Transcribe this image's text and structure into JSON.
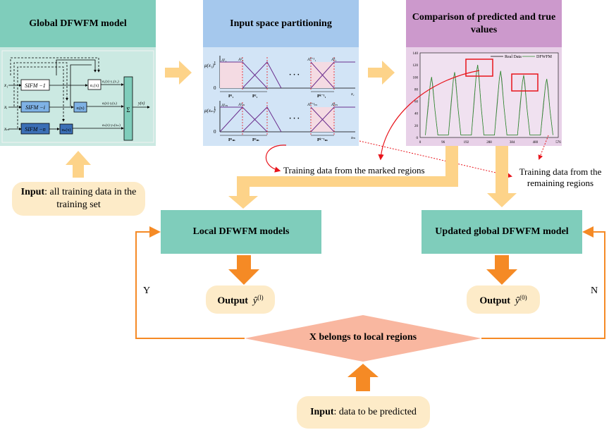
{
  "panels": {
    "global_model": {
      "title": "Global DFWFM model"
    },
    "partitioning": {
      "title": "Input space partitioning"
    },
    "comparison": {
      "title": "Comparison of predicted and true values"
    }
  },
  "model_diagram": {
    "inputs": [
      "x₁",
      "xᵢ",
      "xₘ"
    ],
    "sifm": [
      "SIFM −1",
      "SIFM −i",
      "SIFM −n"
    ],
    "alpha": [
      "α₁(x)",
      "αᵢ(x)",
      "αₙ(x)"
    ],
    "products": [
      "α₁(x)·y₁(x₁)",
      "αᵢ(x)·yᵢ(xᵢ)",
      "αₙ(x)·yₙ(xₘ)"
    ],
    "sum": "Σ",
    "output": "y(x)"
  },
  "partition_diagram": {
    "mu_labels": [
      "μ(x₁)",
      "μ(xₘ)"
    ],
    "one": "1",
    "zero": "0",
    "dots": "· · ·",
    "axis_labels": [
      "x₁",
      "xₘ"
    ],
    "top_sets": [
      "A¹₁",
      "A²₁",
      "Aᵏ⁺¹₁",
      "Aᵏ₁"
    ],
    "top_intervals": [
      "P¹₁",
      "P²₁",
      "Pᵏ⁻¹₁"
    ],
    "bottom_sets": [
      "A¹ₘ",
      "A²ₘ",
      "Aᵏ⁺¹ₘ",
      "Aᵏₘ"
    ],
    "bottom_intervals": [
      "P¹ₘ",
      "P²ₘ",
      "Pᵏ⁻¹ₘ"
    ]
  },
  "chart_data": {
    "type": "line",
    "series": [
      {
        "name": "Real Data"
      },
      {
        "name": "DFWFM"
      }
    ],
    "x_ticks": [
      "0",
      "96",
      "192",
      "288",
      "384",
      "480",
      "576"
    ],
    "y_ticks": [
      "140",
      "120",
      "100",
      "80",
      "60",
      "40",
      "20",
      "0"
    ],
    "xlim": [
      0,
      576
    ],
    "ylim": [
      0,
      140
    ],
    "peaks_x": [
      48,
      144,
      240,
      336,
      432,
      528
    ],
    "peaks_y": [
      100,
      108,
      120,
      110,
      103,
      97
    ],
    "marked_regions": 2
  },
  "texts": {
    "input_training_bold": "Input",
    "input_training_rest": ": all training data in the training set",
    "marked_regions": "Training data from the marked regions",
    "remaining_regions": "Training data from the remaining regions",
    "local_models": "Local DFWFM models",
    "updated_global": "Updated global DFWFM model",
    "output_label": "Output",
    "output_local_sym": "ŷ",
    "output_local_sup": "(l)",
    "output_global_sym": "ŷ",
    "output_global_sup": "(0)",
    "decision": "X belongs to local regions",
    "yes": "Y",
    "no": "N",
    "input_predict_bold": "Input",
    "input_predict_rest": ": data to be predicted"
  },
  "colors": {
    "teal": "#7fcdbb",
    "blue": "#a5c8ed",
    "purple": "#cc99cc",
    "cream": "#fdebc8",
    "arrow_light": "#fdd389",
    "arrow_orange": "#f58a25",
    "salmon": "#f9b7a0",
    "red": "#e8141b"
  }
}
